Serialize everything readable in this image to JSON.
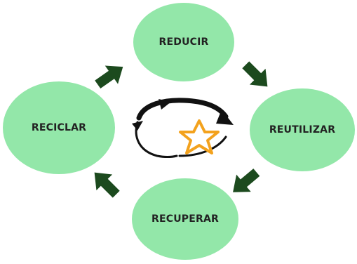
{
  "nodes": {
    "reducir": "REDUCIR",
    "reutilizar": "REUTILIZAR",
    "recuperar": "RECUPERAR",
    "reciclar": "RECICLAR"
  },
  "colors": {
    "node_fill": "#93e7a9",
    "arrow": "#1c4a1e",
    "cycle_ring": "#111111",
    "star": "#f3a21d"
  },
  "icons": {
    "center": "recycle-cycle-star-icon",
    "arrows": "arrow-icon"
  }
}
